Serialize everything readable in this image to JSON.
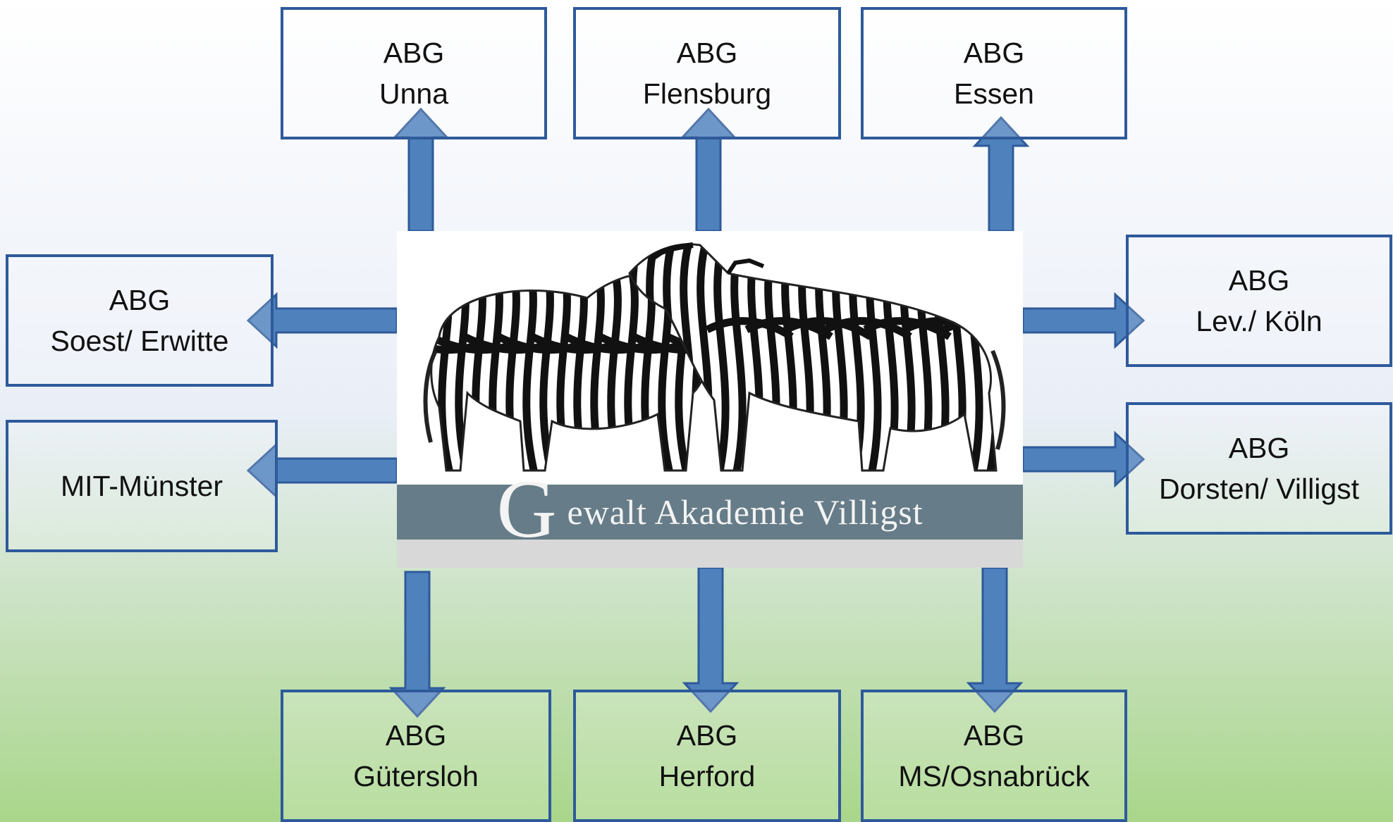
{
  "colors": {
    "gradient_top": "#ffffff",
    "gradient_mid": "#e9eef7",
    "gradient_bottom": "#a9d68a",
    "arrow_fill": "#4f81bd",
    "arrow_stroke": "#2e5a9a",
    "box_border": "#2e5a9a",
    "banner": "#667c88"
  },
  "center": {
    "image": "zebras-logo",
    "banner_initial": "G",
    "banner_text": "ewalt Akademie Villigst"
  },
  "nodes": [
    {
      "id": "unna",
      "line1": "ABG",
      "line2": "Unna"
    },
    {
      "id": "flensburg",
      "line1": "ABG",
      "line2": "Flensburg"
    },
    {
      "id": "essen",
      "line1": "ABG",
      "line2": "Essen"
    },
    {
      "id": "soest",
      "line1": "ABG",
      "line2": "Soest/ Erwitte"
    },
    {
      "id": "mit-muenster",
      "line1": "MIT-Münster",
      "line2": ""
    },
    {
      "id": "lev-koeln",
      "line1": "ABG",
      "line2": "Lev./ Köln"
    },
    {
      "id": "dorsten",
      "line1": "ABG",
      "line2": "Dorsten/ Villigst"
    },
    {
      "id": "guetersloh",
      "line1": "ABG",
      "line2": "Gütersloh"
    },
    {
      "id": "herford",
      "line1": "ABG",
      "line2": "Herford"
    },
    {
      "id": "ms-osnabrueck",
      "line1": "ABG",
      "line2": "MS/Osnabrück"
    }
  ]
}
